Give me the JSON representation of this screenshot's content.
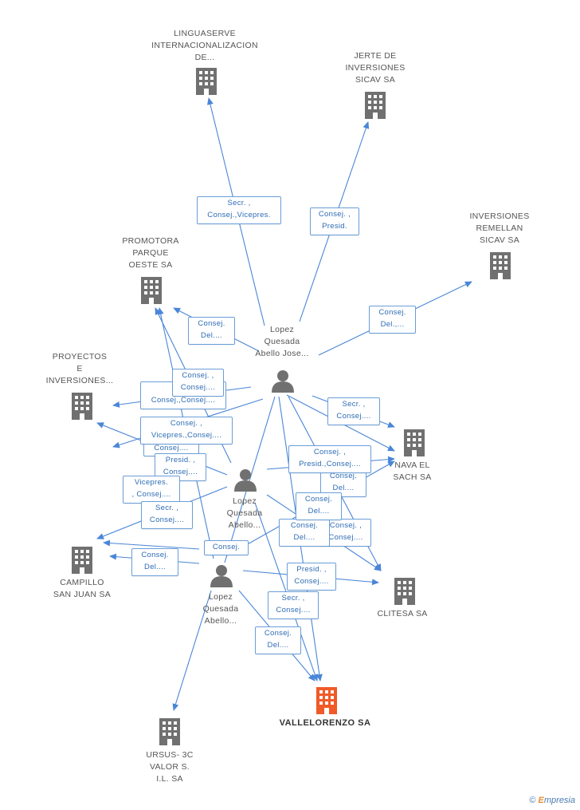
{
  "colors": {
    "edge": "#4a86d8",
    "company": "#707070",
    "main_company": "#f05a28",
    "person": "#707070"
  },
  "nodes": {
    "linguaserve": "LINGUASERVE\nINTERNACIONALIZACION\nDE...",
    "jerte": "JERTE DE\nINVERSIONES\nSICAV SA",
    "inversiones_remellan": "INVERSIONES\nREMELLAN\nSICAV SA",
    "promotora": "PROMOTORA\nPARQUE\nOESTE SA",
    "proyectos": "PROYECTOS\nE\nINVERSIONES...",
    "nava": "NAVA EL\nSACH SA",
    "campillo": "CAMPILLO\nSAN JUAN SA",
    "clitesa": "CLITESA SA",
    "ursus": "URSUS- 3C\nVALOR S.\nI.L. SA",
    "vallelorenzo": "VALLELORENZO SA",
    "person1": "Lopez\nQuesada\nAbello Jose...",
    "person2": "Lopez\nQuesada\nAbello...",
    "person3": "Lopez\nQuesada\nAbello..."
  },
  "relations": [
    "Secr. ,\nConsej.,Vicepres.",
    "Consej. ,\nPresid.",
    "Consej.\nDel.,...",
    "Consej.\nDel....",
    "Consej. ,\nConsej....",
    "P...\nConsej.,Consej....",
    "Secr. ,\nConsej....",
    "Consej. ,\nVicepres.,Consej....",
    "Consej....",
    "Presid. ,\nConsej....",
    "Vicepres.\n, Consej....",
    "Secr. ,\nConsej....",
    "Consej. ,\nPresid.,Consej....",
    "Consej.\nDel....",
    "Consej.\nDel....",
    "Consej. ,\nConsej....",
    "Consej.\nDel....",
    "Consej.",
    "Consej.\nDel....",
    "Presid. ,\nConsej....",
    "Secr. ,\nConsej....",
    "Consej.\nDel...."
  ],
  "footer": {
    "copyright": "©",
    "brand_first": "E",
    "brand_rest": "mpresia"
  }
}
